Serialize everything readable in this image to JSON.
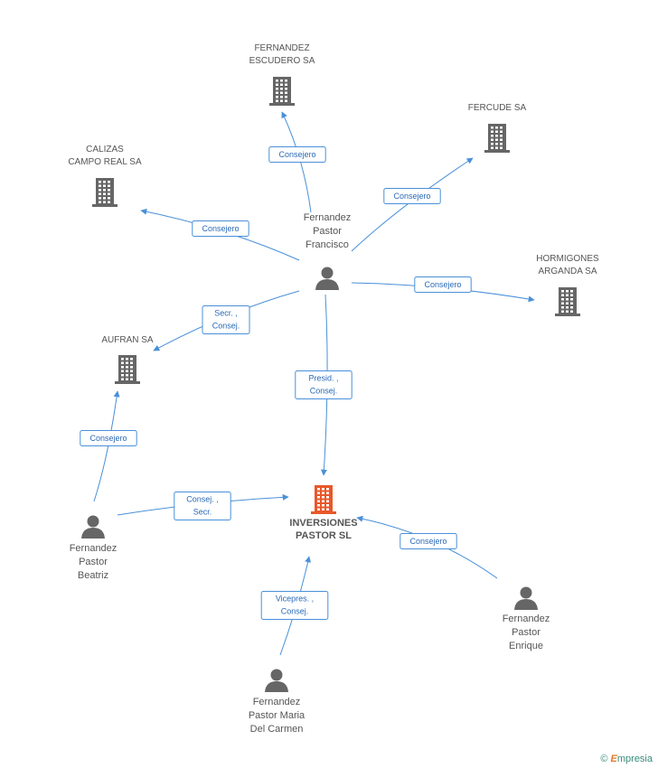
{
  "nodes": [
    {
      "id": "fernandez_escudero",
      "type": "company",
      "lines": [
        "FERNANDEZ",
        "ESCUDERO SA"
      ],
      "highlight": false
    },
    {
      "id": "fercude",
      "type": "company",
      "lines": [
        "FERCUDE SA"
      ],
      "highlight": false
    },
    {
      "id": "calizas",
      "type": "company",
      "lines": [
        "CALIZAS",
        "CAMPO REAL SA"
      ],
      "highlight": false
    },
    {
      "id": "hormigones",
      "type": "company",
      "lines": [
        "HORMIGONES",
        "ARGANDA SA"
      ],
      "highlight": false
    },
    {
      "id": "aufran",
      "type": "company",
      "lines": [
        "AUFRAN SA"
      ],
      "highlight": false
    },
    {
      "id": "inversiones",
      "type": "company",
      "lines": [
        "INVERSIONES",
        "PASTOR SL"
      ],
      "highlight": true
    },
    {
      "id": "p_francisco",
      "type": "person",
      "lines": [
        "Fernandez",
        "Pastor",
        "Francisco"
      ]
    },
    {
      "id": "p_beatriz",
      "type": "person",
      "lines": [
        "Fernandez",
        "Pastor",
        "Beatriz"
      ]
    },
    {
      "id": "p_enrique",
      "type": "person",
      "lines": [
        "Fernandez",
        "Pastor",
        "Enrique"
      ]
    },
    {
      "id": "p_carmen",
      "type": "person",
      "lines": [
        "Fernandez",
        "Pastor Maria",
        "Del Carmen"
      ]
    }
  ],
  "edges": [
    {
      "from": "p_francisco",
      "to": "fernandez_escudero",
      "label": [
        "Consejero"
      ]
    },
    {
      "from": "p_francisco",
      "to": "fercude",
      "label": [
        "Consejero"
      ]
    },
    {
      "from": "p_francisco",
      "to": "calizas",
      "label": [
        "Consejero"
      ]
    },
    {
      "from": "p_francisco",
      "to": "hormigones",
      "label": [
        "Consejero"
      ]
    },
    {
      "from": "p_francisco",
      "to": "aufran",
      "label": [
        "Secr. ,",
        "Consej."
      ]
    },
    {
      "from": "p_francisco",
      "to": "inversiones",
      "label": [
        "Presid. ,",
        "Consej."
      ]
    },
    {
      "from": "p_beatriz",
      "to": "aufran",
      "label": [
        "Consejero"
      ]
    },
    {
      "from": "p_beatriz",
      "to": "inversiones",
      "label": [
        "Consej. ,",
        "Secr."
      ]
    },
    {
      "from": "p_enrique",
      "to": "inversiones",
      "label": [
        "Consejero"
      ]
    },
    {
      "from": "p_carmen",
      "to": "inversiones",
      "label": [
        "Vicepres. ,",
        "Consej."
      ]
    }
  ],
  "colors": {
    "edge": "#4a90d9",
    "company_icon": "#666666",
    "highlight_icon": "#e8582a",
    "person_icon": "#666666"
  },
  "watermark": {
    "copyright": "©",
    "brand_first": "E",
    "brand_rest": "mpresia"
  }
}
